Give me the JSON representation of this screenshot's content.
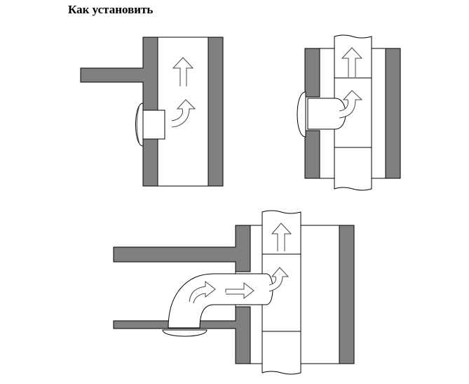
{
  "title": "Как установить",
  "diagrams": [
    {
      "name": "wall-mounted-fan-in-duct"
    },
    {
      "name": "fan-with-pipe-into-duct"
    },
    {
      "name": "ceiling-fan-with-elbow-pipe"
    }
  ],
  "colors": {
    "wall": "#808080",
    "line": "#000000"
  }
}
